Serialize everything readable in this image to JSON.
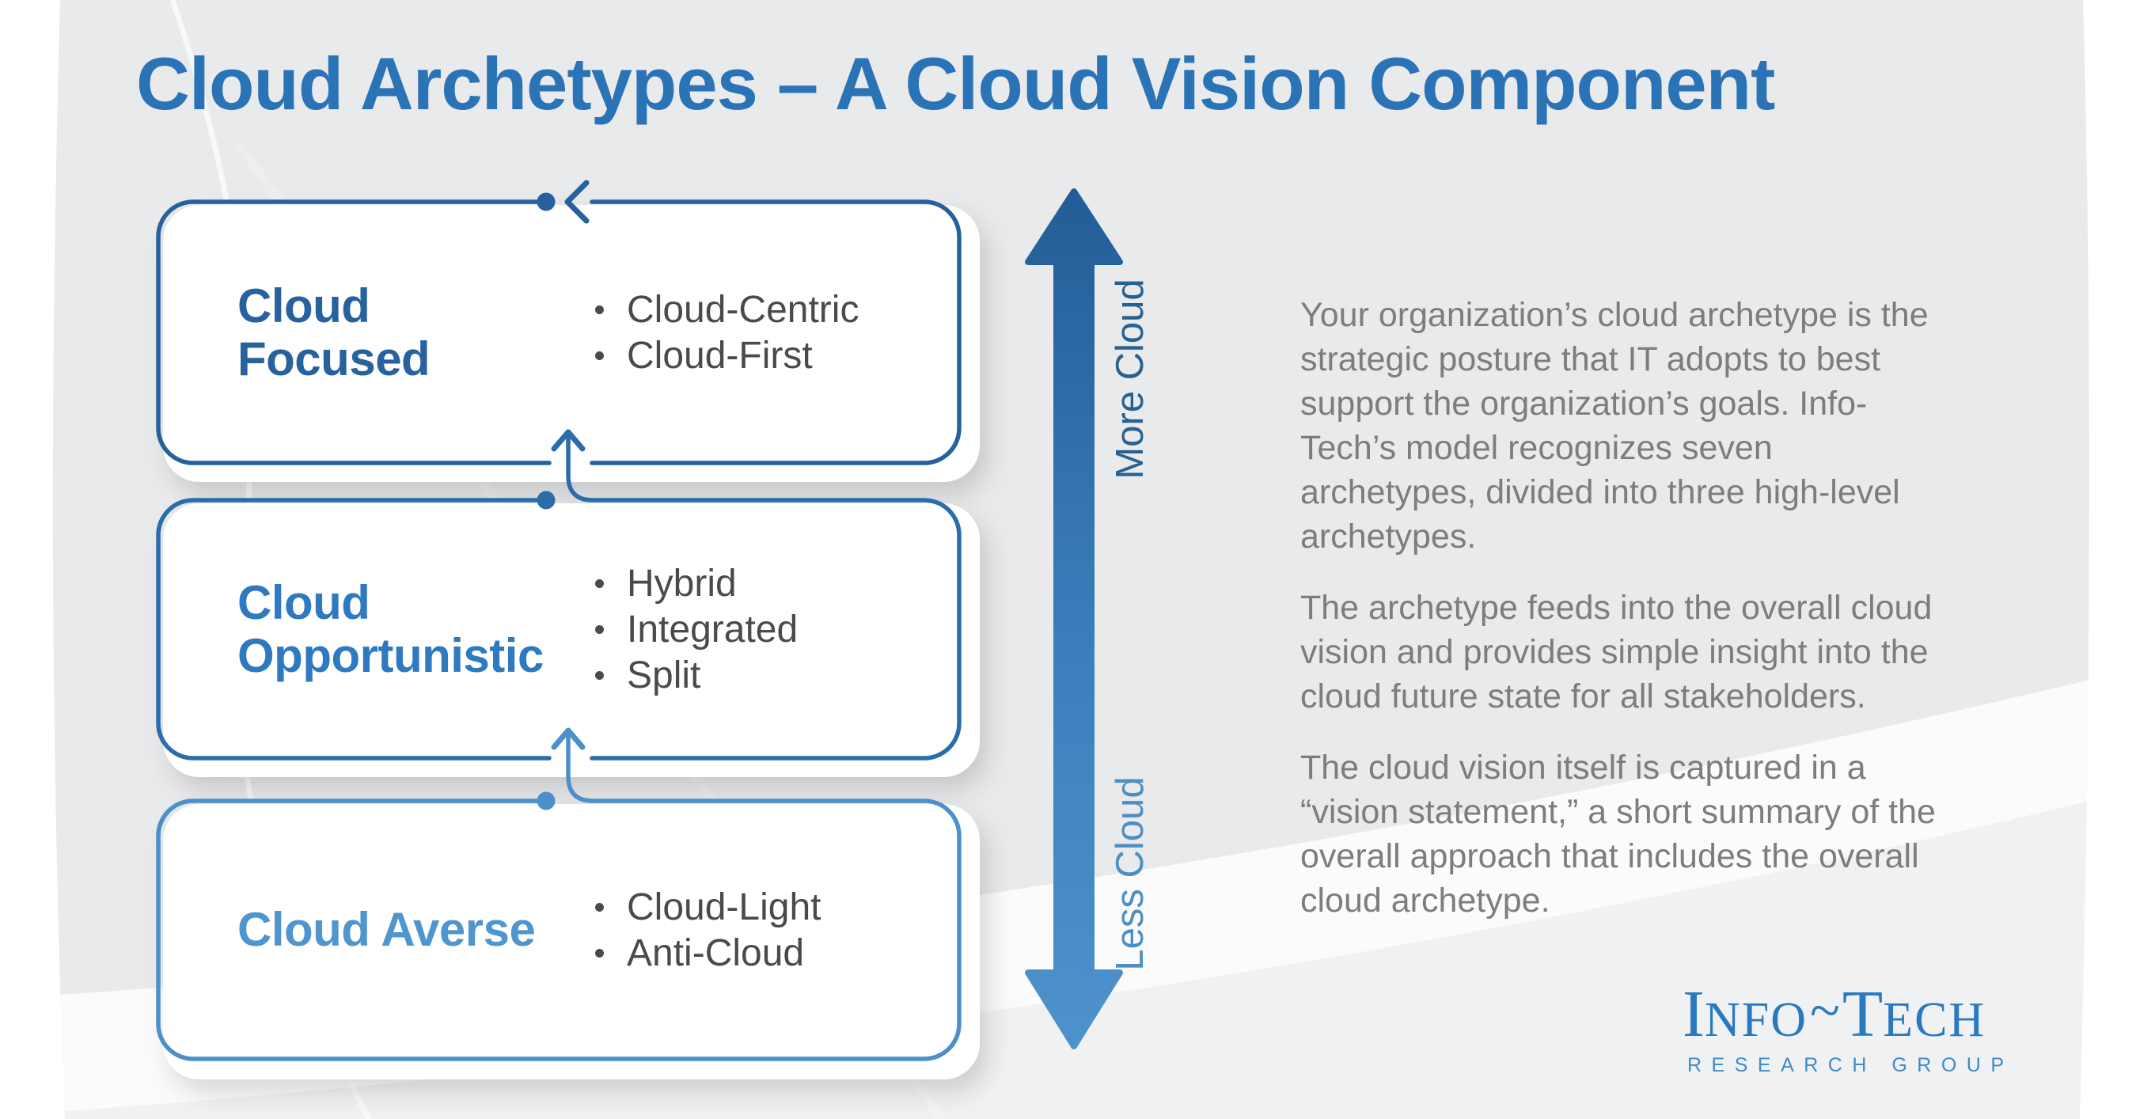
{
  "title": "Cloud Archetypes – A Cloud Vision Component",
  "boxes": [
    {
      "name": "Cloud Focused",
      "items": [
        "Cloud-Centric",
        "Cloud-First"
      ]
    },
    {
      "name": "Cloud Opportunistic",
      "items": [
        "Hybrid",
        "Integrated",
        "Split"
      ]
    },
    {
      "name": "Cloud Averse",
      "items": [
        "Cloud-Light",
        "Anti-Cloud"
      ]
    }
  ],
  "axis": {
    "more_label": "More Cloud",
    "less_label": "Less Cloud"
  },
  "description": {
    "p1": "Your organization’s cloud archetype is the strategic posture that IT adopts to best support the organization’s goals. Info-Tech’s model recognizes seven archetypes, divided into three high-level archetypes.",
    "p2": "The archetype feeds into the overall cloud vision and provides simple insight into the cloud future state for all stakeholders.",
    "p3": "The cloud vision itself is captured in a “vision statement,” a short summary of the overall approach that includes the overall cloud archetype."
  },
  "logo": {
    "cap1": "I",
    "small1": "NFO",
    "tilde": "~",
    "cap2": "T",
    "small2": "ECH",
    "tagline": "RESEARCH GROUP"
  },
  "colors": {
    "title_blue": "#2b73b7",
    "box1_blue": "#27619e",
    "box2_blue": "#2e79bf",
    "box3_blue": "#5095ce",
    "outline1": "#26609d",
    "outline2": "#2b6cab",
    "outline3": "#4c8fca",
    "arrow_gradient_top": "#235d97",
    "arrow_gradient_bottom": "#4e93cb",
    "bullet_text_gray": "#4a4a4a",
    "paragraph_gray": "#7d7d7d",
    "logo_blue": "#2979c1",
    "slide_background": "#e9eaec"
  }
}
